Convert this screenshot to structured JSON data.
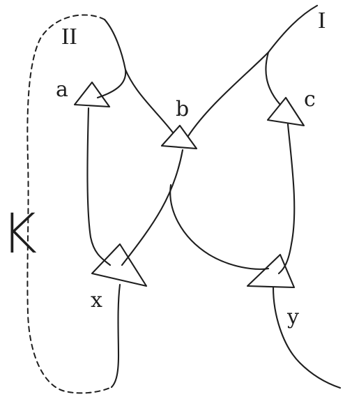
{
  "labels": {
    "roman_two": "II",
    "roman_one": "I",
    "big_k": "K",
    "node_a": "a",
    "node_b": "b",
    "node_c": "c",
    "node_x": "x",
    "node_y": "y"
  },
  "style": {
    "ink_color": "#1e1e1e",
    "background": "#ffffff"
  }
}
